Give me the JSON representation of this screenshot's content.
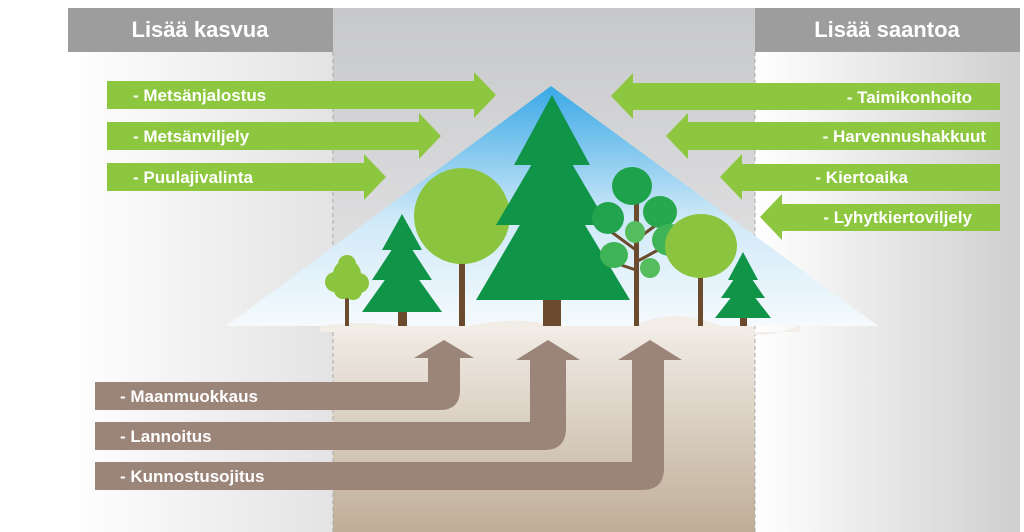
{
  "left_header": "Lisää kasvua",
  "right_header": "Lisää saantoa",
  "left_actions": [
    "- Metsänjalostus",
    "- Metsänviljely",
    "- Puulajivalinta"
  ],
  "right_actions": [
    "- Taimikonhoito",
    "- Harvennushakkuut",
    "- Kiertoaika",
    "- Lyhytkiertoviljely"
  ],
  "soil_actions": [
    "- Maanmuokkaus",
    "- Lannoitus",
    "- Kunnostusojitus"
  ],
  "colors": {
    "green_arrow": "#8dc63f",
    "brown_arrow": "#9b8579",
    "header_gray": "#9d9d9d",
    "dark_green_tree": "#0f9448",
    "light_green_tree": "#8bc53f",
    "trunk": "#6b4a2d"
  }
}
